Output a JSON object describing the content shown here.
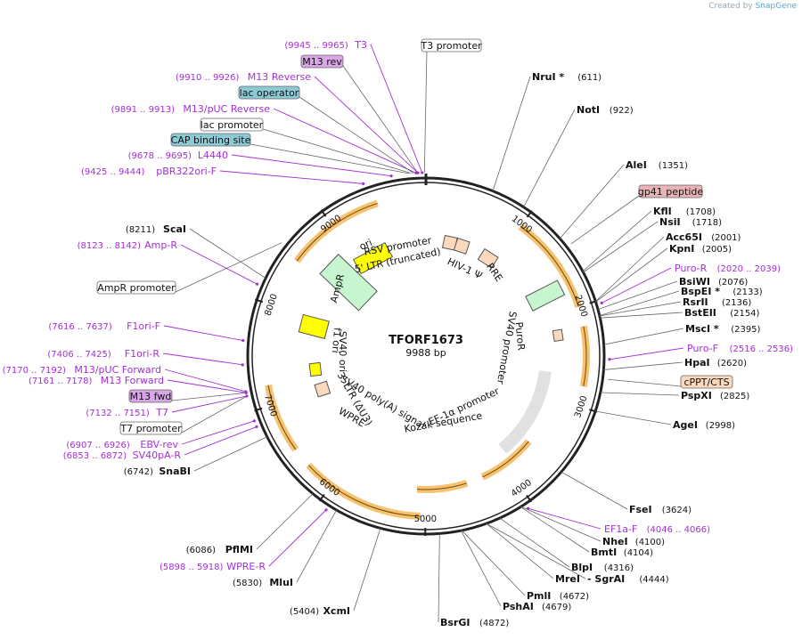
{
  "credit": {
    "prefix": "Created by",
    "brand": "SnapGene"
  },
  "plasmid": {
    "name": "TFORF1673",
    "length_label": "9988 bp",
    "length": 9988
  },
  "ticks": [
    "1000",
    "2000",
    "3000",
    "4000",
    "5000",
    "6000",
    "7000",
    "8000",
    "9000"
  ],
  "enzymes_right": [
    {
      "name": "NruI *",
      "pos": "(611)",
      "bp": 611
    },
    {
      "name": "NotI",
      "pos": "(922)",
      "bp": 922
    },
    {
      "name": "AleI",
      "pos": "(1351)",
      "bp": 1351
    },
    {
      "name": "KflI",
      "pos": "(1708)",
      "bp": 1708
    },
    {
      "name": "NsiI",
      "pos": "(1718)",
      "bp": 1718
    },
    {
      "name": "Acc65I",
      "pos": "(2001)",
      "bp": 2001
    },
    {
      "name": "KpnI",
      "pos": "(2005)",
      "bp": 2005
    },
    {
      "name": "BsiWI",
      "pos": "(2076)",
      "bp": 2076
    },
    {
      "name": "BspEI *",
      "pos": "(2133)",
      "bp": 2133
    },
    {
      "name": "RsrII",
      "pos": "(2136)",
      "bp": 2136
    },
    {
      "name": "BstEII",
      "pos": "(2154)",
      "bp": 2154
    },
    {
      "name": "MscI *",
      "pos": "(2395)",
      "bp": 2395
    },
    {
      "name": "HpaI",
      "pos": "(2620)",
      "bp": 2620
    },
    {
      "name": "PspXI",
      "pos": "(2825)",
      "bp": 2825
    },
    {
      "name": "AgeI",
      "pos": "(2998)",
      "bp": 2998
    },
    {
      "name": "FseI",
      "pos": "(3624)",
      "bp": 3624
    },
    {
      "name": "NheI",
      "pos": "(4100)",
      "bp": 4100
    },
    {
      "name": "BmtI",
      "pos": "(4104)",
      "bp": 4104
    },
    {
      "name": "BlpI",
      "pos": "(4316)",
      "bp": 4316
    },
    {
      "name": "MreI",
      "pos": "",
      "bp": 4444
    },
    {
      "name": "- SgrAI",
      "pos": "(4444)",
      "bp": 4444
    },
    {
      "name": "PmlI",
      "pos": "(4672)",
      "bp": 4672
    },
    {
      "name": "PshAI",
      "pos": "(4679)",
      "bp": 4679
    },
    {
      "name": "BsrGI",
      "pos": "(4872)",
      "bp": 4872
    }
  ],
  "enzymes_left": [
    {
      "name": "XcmI",
      "pos": "(5404)",
      "bp": 5404
    },
    {
      "name": "MluI",
      "pos": "(5830)",
      "bp": 5830
    },
    {
      "name": "PflMI",
      "pos": "(6086)",
      "bp": 6086
    },
    {
      "name": "SnaBI",
      "pos": "(6742)",
      "bp": 6742
    },
    {
      "name": "ScaI",
      "pos": "(8211)",
      "bp": 8211
    }
  ],
  "primers": [
    {
      "name": "T3",
      "pos": "(9945 .. 9965)",
      "bp": 9955
    },
    {
      "name": "M13 Reverse",
      "pos": "(9910 .. 9926)",
      "bp": 9918
    },
    {
      "name": "M13/pUC Reverse",
      "pos": "(9891 .. 9913)",
      "bp": 9902
    },
    {
      "name": "L4440",
      "pos": "(9678 .. 9695)",
      "bp": 9686
    },
    {
      "name": "pBR322ori-F",
      "pos": "(9425 .. 9444)",
      "bp": 9434
    },
    {
      "name": "Amp-R",
      "pos": "(8123 .. 8142)",
      "bp": 8132
    },
    {
      "name": "F1ori-F",
      "pos": "(7616 .. 7637)",
      "bp": 7626
    },
    {
      "name": "F1ori-R",
      "pos": "(7406 .. 7425)",
      "bp": 7415
    },
    {
      "name": "M13/pUC Forward",
      "pos": "(7170 .. 7192)",
      "bp": 7181
    },
    {
      "name": "M13 Forward",
      "pos": "(7161 .. 7178)",
      "bp": 7170
    },
    {
      "name": "T7",
      "pos": "(7132 .. 7151)",
      "bp": 7141
    },
    {
      "name": "EBV-rev",
      "pos": "(6907 .. 6926)",
      "bp": 6916
    },
    {
      "name": "SV40pA-R",
      "pos": "(6853 .. 6872)",
      "bp": 6862
    },
    {
      "name": "WPRE-R",
      "pos": "(5898 .. 5918)",
      "bp": 5908
    },
    {
      "name": "Puro-R",
      "pos": "(2020 .. 2039)",
      "bp": 2030
    },
    {
      "name": "Puro-F",
      "pos": "(2516 .. 2536)",
      "bp": 2526
    },
    {
      "name": "EF1a-F",
      "pos": "(4046 .. 4066)",
      "bp": 4056
    }
  ],
  "boxed_labels": [
    {
      "name": "T3 promoter",
      "bp": 9975,
      "bg": "#ffffff"
    },
    {
      "name": "M13 rev",
      "bp": 9918,
      "bg": "#d9a6e6"
    },
    {
      "name": "lac operator",
      "bp": 9880,
      "bg": "#8ccad6"
    },
    {
      "name": "lac promoter",
      "bp": 9860,
      "bg": "#ffffff"
    },
    {
      "name": "CAP binding site",
      "bp": 9840,
      "bg": "#8ccad6"
    },
    {
      "name": "gp41 peptide",
      "bp": 1450,
      "bg": "#e8b4b8"
    },
    {
      "name": "cPPT/CTS",
      "bp": 2700,
      "bg": "#fcd9bd"
    },
    {
      "name": "AmpR promoter",
      "bp": 8550,
      "bg": "#ffffff"
    },
    {
      "name": "M13 fwd",
      "bp": 7170,
      "bg": "#d9a6e6"
    },
    {
      "name": "T7 promoter",
      "bp": 7141,
      "bg": "#ffffff"
    }
  ],
  "features": [
    {
      "name": "RSV promoter",
      "label": "RSV promoter"
    },
    {
      "name": "5' LTR (truncated)",
      "label": "5' LTR (truncated)"
    },
    {
      "name": "HIV-1 Ψ",
      "label": "HIV-1 Ψ"
    },
    {
      "name": "RRE",
      "label": "RRE"
    },
    {
      "name": "PuroR",
      "label": "PuroR"
    },
    {
      "name": "SV40 promoter",
      "label": "SV40 promoter"
    },
    {
      "name": "EF-1α promoter",
      "label": "EF-1α promoter"
    },
    {
      "name": "Kozak sequence",
      "label": "Kozak sequence"
    },
    {
      "name": "WPRE",
      "label": "WPRE"
    },
    {
      "name": "3' LTR (ΔU3)",
      "label": "3' LTR (ΔU3)"
    },
    {
      "name": "SV40 poly(A) signal",
      "label": "SV40 poly(A) signal"
    },
    {
      "name": "SV40 ori",
      "label": "SV40 ori"
    },
    {
      "name": "f1 ori",
      "label": "f1 ori"
    },
    {
      "name": "AmpR",
      "label": "AmpR"
    },
    {
      "name": "ori",
      "label": "ori"
    }
  ],
  "colors": {
    "backbone": "#222222",
    "orf_arc": "#f5b759",
    "primer": "#a32fd6",
    "promoter_fill": "#ffffff",
    "ampr_fill": "#c7f5d0",
    "ori_fill": "#ffff00",
    "ltr_fill": "#fcd9bd",
    "puro_fill": "#c7f5d0"
  }
}
